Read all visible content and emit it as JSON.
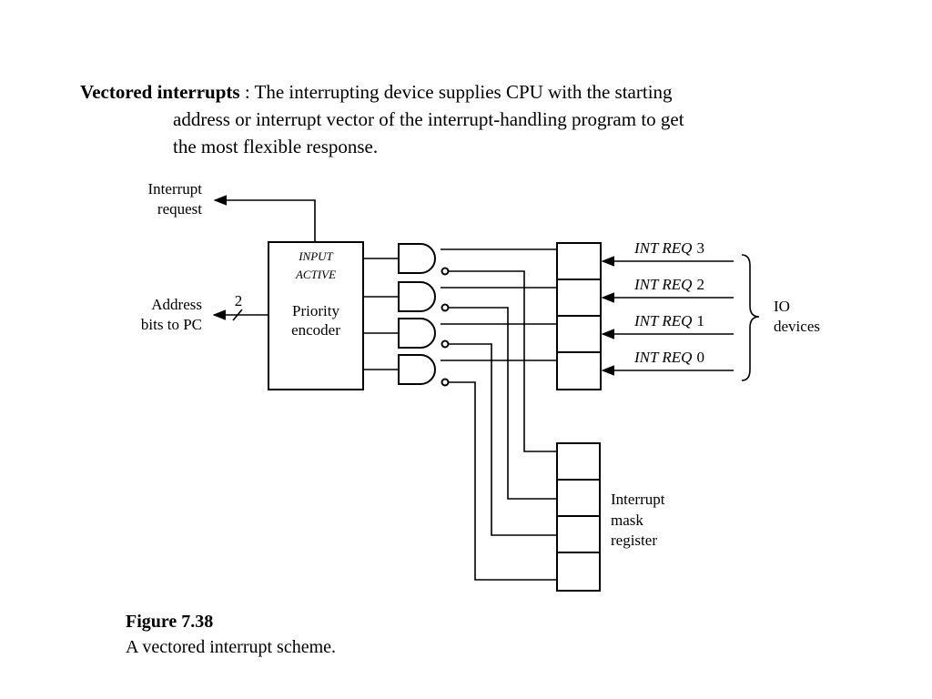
{
  "slide": {
    "heading_bold": "Vectored interrupts",
    "heading_rest": " : The interrupting device supplies CPU with the starting",
    "line2": "address or interrupt vector of the interrupt-handling program to get",
    "line3": "the most flexible response."
  },
  "diagram": {
    "interrupt_request_label_1": "Interrupt",
    "interrupt_request_label_2": "request",
    "address_label_1": "Address",
    "address_label_2": "bits to PC",
    "bus_width": "2",
    "encoder_input_active_1": "INPUT",
    "encoder_input_active_2": "ACTIVE",
    "encoder_name_1": "Priority",
    "encoder_name_2": "encoder",
    "int_req_prefix": "INT REQ",
    "int_req_numbers": [
      "3",
      "2",
      "1",
      "0"
    ],
    "io_devices_1": "IO",
    "io_devices_2": "devices",
    "mask_label_1": "Interrupt",
    "mask_label_2": "mask",
    "mask_label_3": "register"
  },
  "caption": {
    "figure": "Figure 7.38",
    "description": "A vectored interrupt scheme."
  }
}
